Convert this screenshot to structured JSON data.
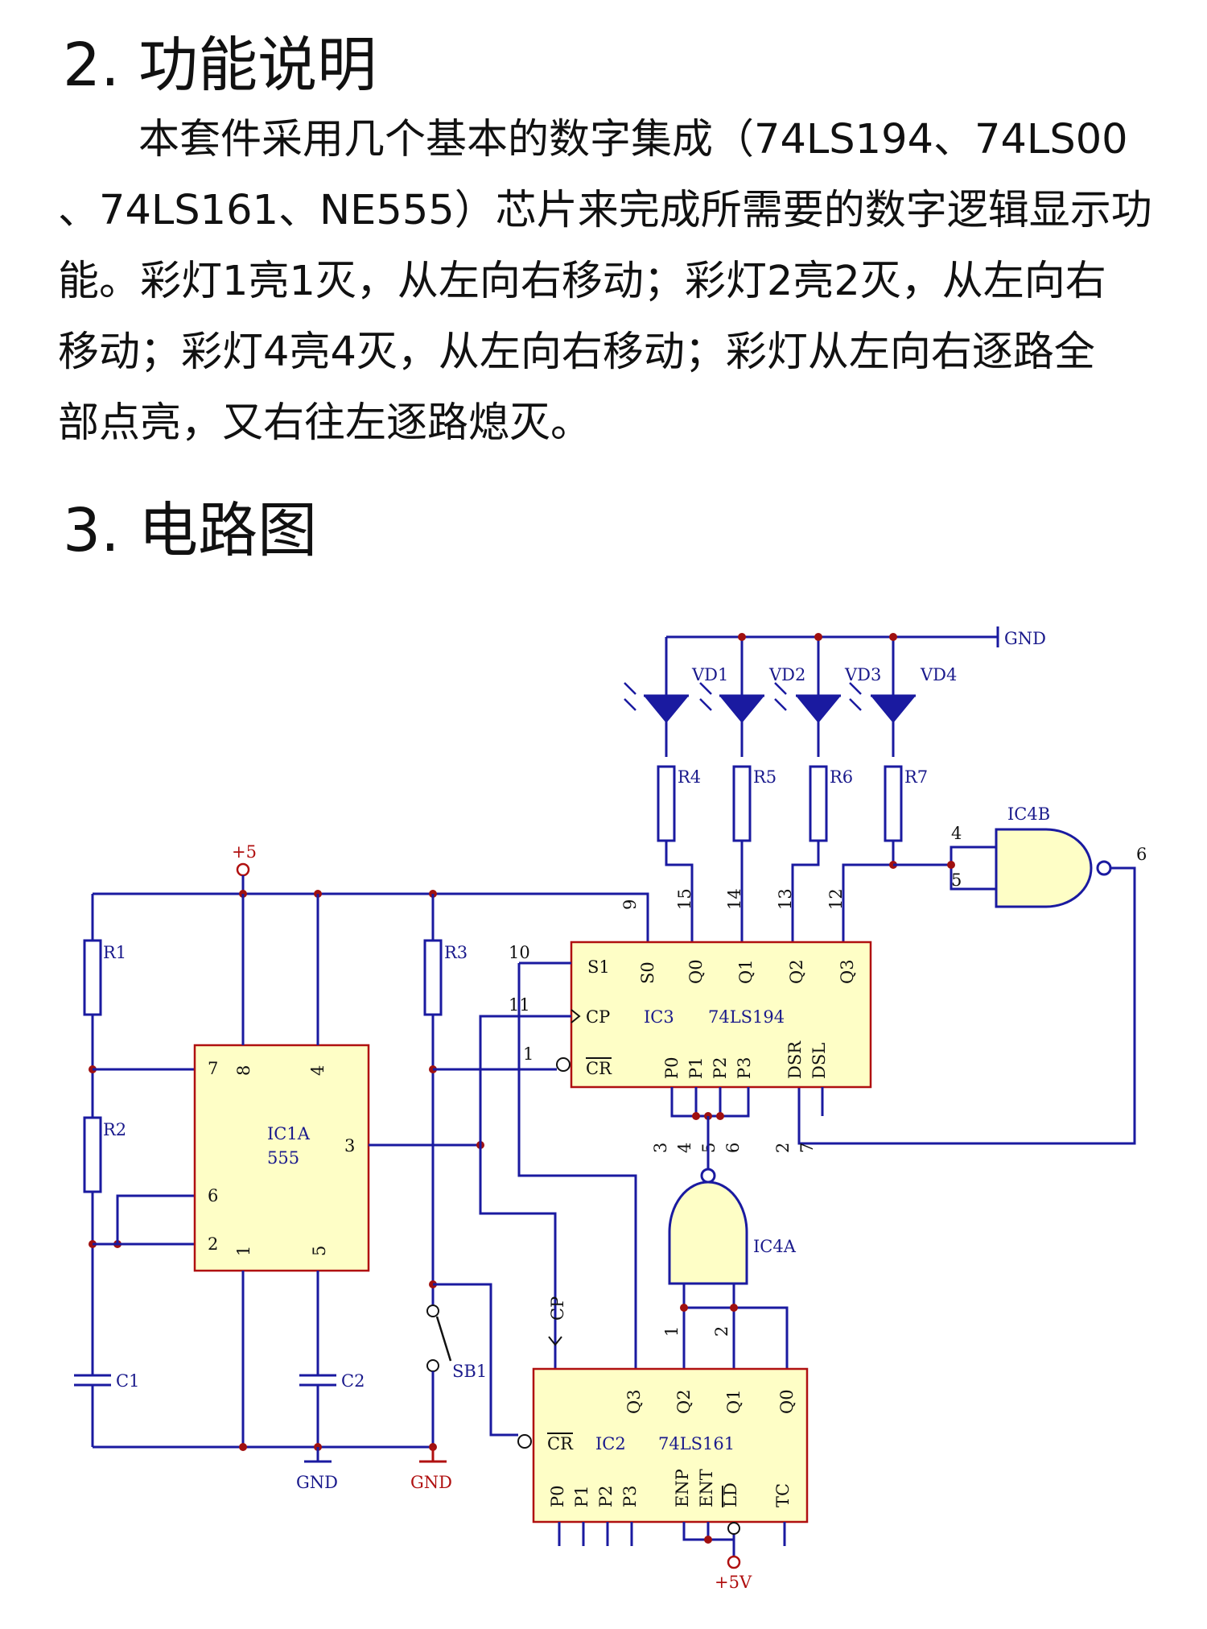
{
  "section2": {
    "heading": "2. 功能说明",
    "lines": [
      "本套件采用几个基本的数字集成（74LS194、74LS00",
      "、74LS161、NE555）芯片来完成所需要的数字逻辑显示功",
      "能。彩灯1亮1灭，从左向右移动；彩灯2亮2灭，从左向右",
      "移动；彩灯4亮4灭，从左向右移动；彩灯从左向右逐路全",
      "部点亮，又右往左逐路熄灭。"
    ]
  },
  "section3": {
    "heading": "3. 电路图"
  },
  "diagram": {
    "gnd_top": "GND",
    "leds": [
      "VD1",
      "VD2",
      "VD3",
      "VD4"
    ],
    "resistors_top": [
      "R4",
      "R5",
      "R6",
      "R7"
    ],
    "resistors_left": [
      "R1",
      "R2",
      "R3"
    ],
    "caps": [
      "C1",
      "C2"
    ],
    "switch": "SB1",
    "vcc_top": "+5",
    "vcc_bottom": "+5V",
    "gnd_left": "GND",
    "gnd_right": "GND",
    "ic1": {
      "name": "IC1A",
      "part": "555",
      "pins": [
        "7",
        "8",
        "4",
        "3",
        "6",
        "2",
        "1",
        "5"
      ]
    },
    "ic3": {
      "name": "IC3",
      "part": "74LS194",
      "pin_labels": [
        "S1",
        "S0",
        "Q0",
        "Q1",
        "Q2",
        "Q3",
        "CP",
        "CR",
        "P0",
        "P1",
        "P2",
        "P3",
        "DSR",
        "DSL"
      ],
      "pin_nums_top": [
        "9",
        "15",
        "14",
        "13",
        "12"
      ],
      "pin_nums_left": [
        "10",
        "11",
        "1"
      ],
      "pin_nums_bottom": [
        "3",
        "4",
        "5",
        "6",
        "2",
        "7"
      ]
    },
    "ic2": {
      "name": "IC2",
      "part": "74LS161",
      "pin_labels": [
        "Q3",
        "Q2",
        "Q1",
        "Q0",
        "CR",
        "P0",
        "P1",
        "P2",
        "P3",
        "ENP",
        "ENT",
        "LD",
        "TC"
      ],
      "cp": "CP",
      "pin_nums_top": [
        "1",
        "2"
      ]
    },
    "ic4a": {
      "name": "IC4A"
    },
    "ic4b": {
      "name": "IC4B",
      "pins": [
        "4",
        "5",
        "6"
      ]
    }
  }
}
